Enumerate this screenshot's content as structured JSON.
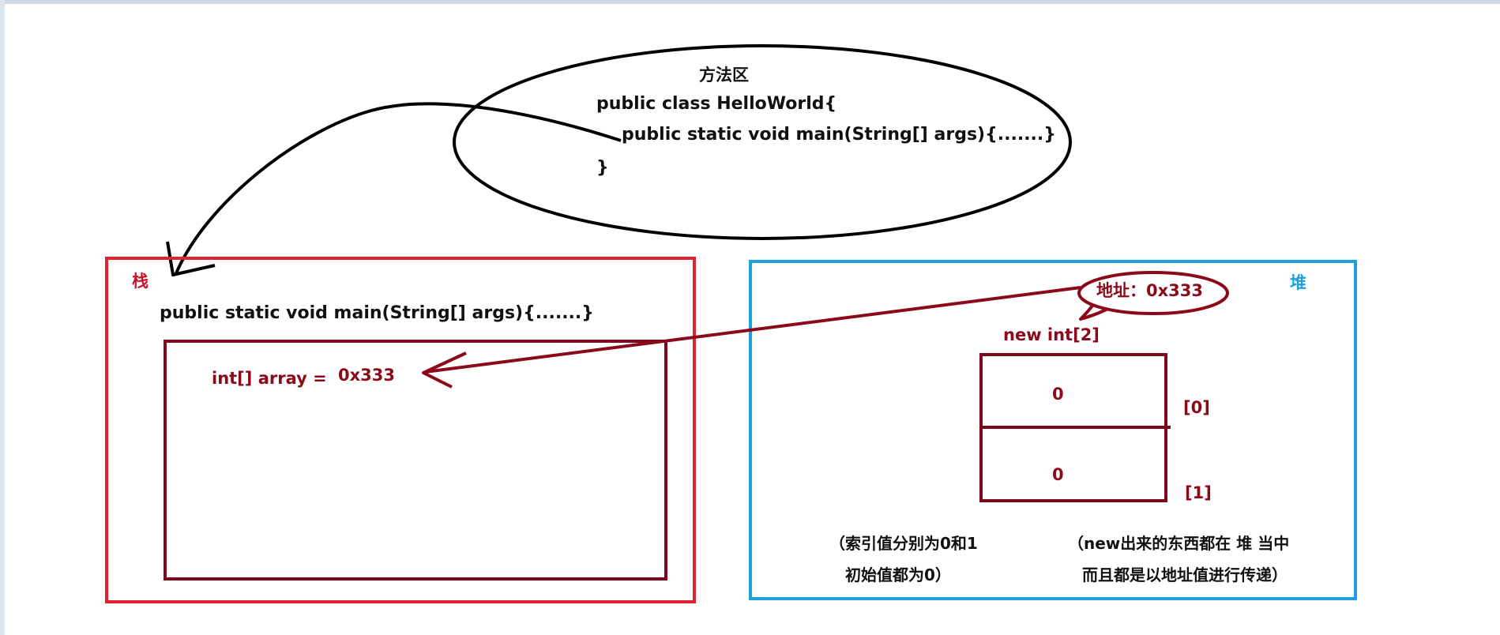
{
  "method_area": {
    "title": "方法区",
    "line1": "public class HelloWorld{",
    "line2": "public static void main(String[] args){.......}",
    "line3": "}"
  },
  "stack": {
    "title": "栈",
    "method_line": "public static void main(String[] args){.......}",
    "var_label": "int[] array =",
    "var_value": "0x333"
  },
  "heap": {
    "title": "堆",
    "address": "地址：0x333",
    "new_expr": "new int[2]",
    "cell0_value": "0",
    "cell1_value": "0",
    "index0": "[0]",
    "index1": "[1]",
    "note_index_1": "（索引值分别为0和1",
    "note_index_2": "初始值都为0）",
    "note_new_1": "（new出来的东西都在 堆 当中",
    "note_new_2": "而且都是以地址值进行传递）"
  },
  "colors": {
    "stack_border": "#e2222f",
    "heap_border": "#1fa0dd",
    "frame_border": "#7d0a1c",
    "arrow_black": "#000000",
    "arrow_red": "#8b0a1a"
  }
}
